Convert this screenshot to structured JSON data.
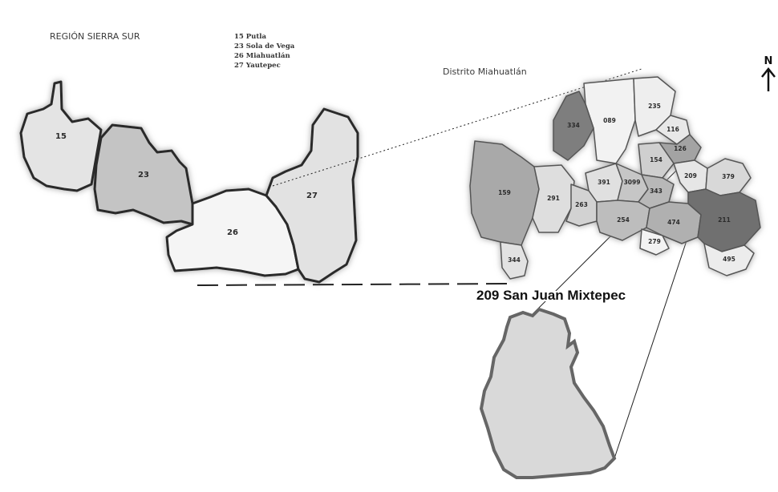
{
  "region_title": "REGIÓN SIERRA SUR",
  "district_title": "Distrito Miahuatlán",
  "selected_title": "209 San Juan Mixtepec",
  "north_label": "N",
  "legend": [
    {
      "code": "15",
      "name": "Putla"
    },
    {
      "code": "23",
      "name": "Sola de Vega"
    },
    {
      "code": "26",
      "name": "Miahuatlán"
    },
    {
      "code": "27",
      "name": "Yautepec"
    }
  ],
  "region_districts": [
    {
      "code": "15",
      "fill": "#e4e4e4"
    },
    {
      "code": "23",
      "fill": "#c4c4c4"
    },
    {
      "code": "26",
      "fill": "#f5f5f5"
    },
    {
      "code": "27",
      "fill": "#e2e2e2"
    }
  ],
  "municipalities": [
    {
      "code": "089",
      "fill": "#f2f2f2"
    },
    {
      "code": "235",
      "fill": "#eeeeee"
    },
    {
      "code": "334",
      "fill": "#7e7e7e"
    },
    {
      "code": "116",
      "fill": "#e8e8e8"
    },
    {
      "code": "126",
      "fill": "#a3a3a3"
    },
    {
      "code": "154",
      "fill": "#cfcfcf"
    },
    {
      "code": "159",
      "fill": "#a9a9a9"
    },
    {
      "code": "391",
      "fill": "#e0e0e0"
    },
    {
      "code": "3099",
      "fill": "#c6c6c6"
    },
    {
      "code": "343",
      "fill": "#b8b8b8"
    },
    {
      "code": "291",
      "fill": "#dedede"
    },
    {
      "code": "263",
      "fill": "#d2d2d2"
    },
    {
      "code": "254",
      "fill": "#bdbdbd"
    },
    {
      "code": "474",
      "fill": "#b0b0b0"
    },
    {
      "code": "209",
      "fill": "#e6e6e6"
    },
    {
      "code": "379",
      "fill": "#d8d8d8"
    },
    {
      "code": "211",
      "fill": "#6f6f6f"
    },
    {
      "code": "279",
      "fill": "#f2f2f2"
    },
    {
      "code": "495",
      "fill": "#ececec"
    },
    {
      "code": "344",
      "fill": "#e2e2e2"
    }
  ]
}
